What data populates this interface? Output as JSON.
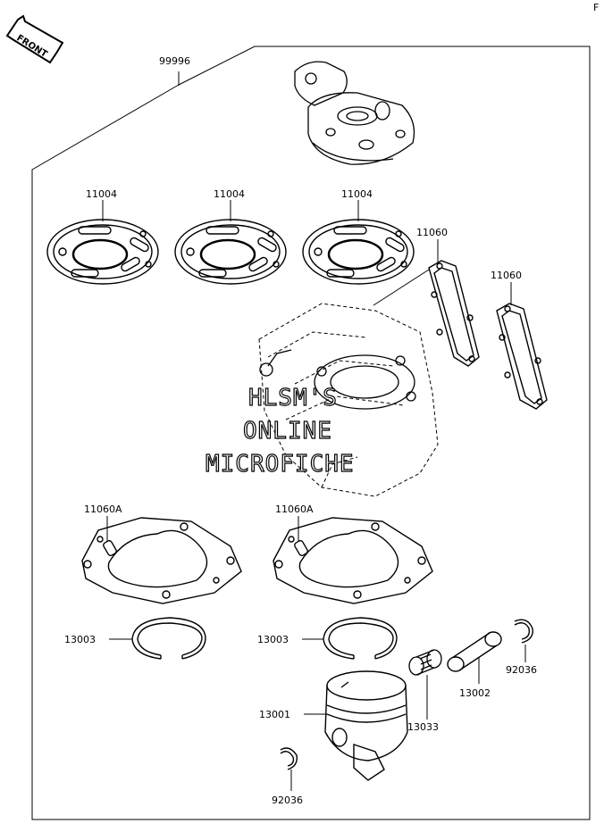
{
  "corner_mark": "F",
  "front_badge": "FRONT",
  "watermark": {
    "line1": "HLSM'S",
    "line2": "ONLINE",
    "line3": "MICROFICHE"
  },
  "labels": {
    "kit": "99996",
    "head_gasket_1": "11004",
    "head_gasket_2": "11004",
    "head_gasket_3": "11004",
    "exhaust_gasket_1": "11060",
    "exhaust_gasket_2": "11060",
    "base_gasket_1": "11060A",
    "base_gasket_2": "11060A",
    "ring_1": "13003",
    "ring_2": "13003",
    "piston": "13001",
    "bearing": "13033",
    "pin": "13002",
    "clip_1": "92036",
    "clip_2": "92036"
  }
}
